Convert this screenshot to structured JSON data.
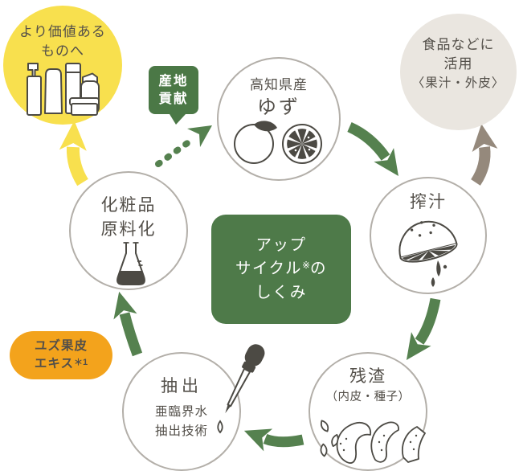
{
  "center_box": {
    "line1": "アップ",
    "line2_a": "サイクル",
    "line2_ref": "※",
    "line2_b": "の",
    "line3": "しくみ"
  },
  "badges": {
    "sanchi": {
      "line1": "産地",
      "line2": "貢献"
    },
    "yuzu_extract": {
      "line1": "ユズ果皮",
      "line2": "エキス",
      "footnote_ref": "＊1"
    }
  },
  "nodes": {
    "higher_value": {
      "line1": "より価値ある",
      "line2": "ものへ"
    },
    "yuzu": {
      "line1": "高知県産",
      "line2": "ゆず"
    },
    "food_use": {
      "line1": "食品などに",
      "line2": "活用",
      "line3": "〈果汁・外皮〉"
    },
    "pressing": {
      "label": "搾汁"
    },
    "residue": {
      "line1": "残渣",
      "line2": "（内皮・種子）"
    },
    "extraction": {
      "line1": "抽出",
      "line2": "亜臨界水",
      "line3": "抽出技術"
    },
    "cosmetic_material": {
      "line1": "化粧品",
      "line2": "原料化"
    }
  },
  "icons": {
    "cosmetics": "cosmetics-bottles-icon",
    "yuzu_fruit": "yuzu-fruit-icon",
    "yuzu_half": "yuzu-cut-half-icon",
    "squeezed": "squeezed-citrus-icon",
    "peels_seeds": "peel-and-seeds-icon",
    "dropper": "dropper-icon",
    "flask": "flask-icon"
  },
  "colors": {
    "green": "#4e7a49",
    "green_arrow": "#55814f",
    "yellow": "#f8e04e",
    "orange": "#f3a31c",
    "beige": "#eae6e0",
    "taupe_arrow": "#95897c",
    "circle_border": "#b3afa9",
    "text_dark": "#534f49"
  }
}
